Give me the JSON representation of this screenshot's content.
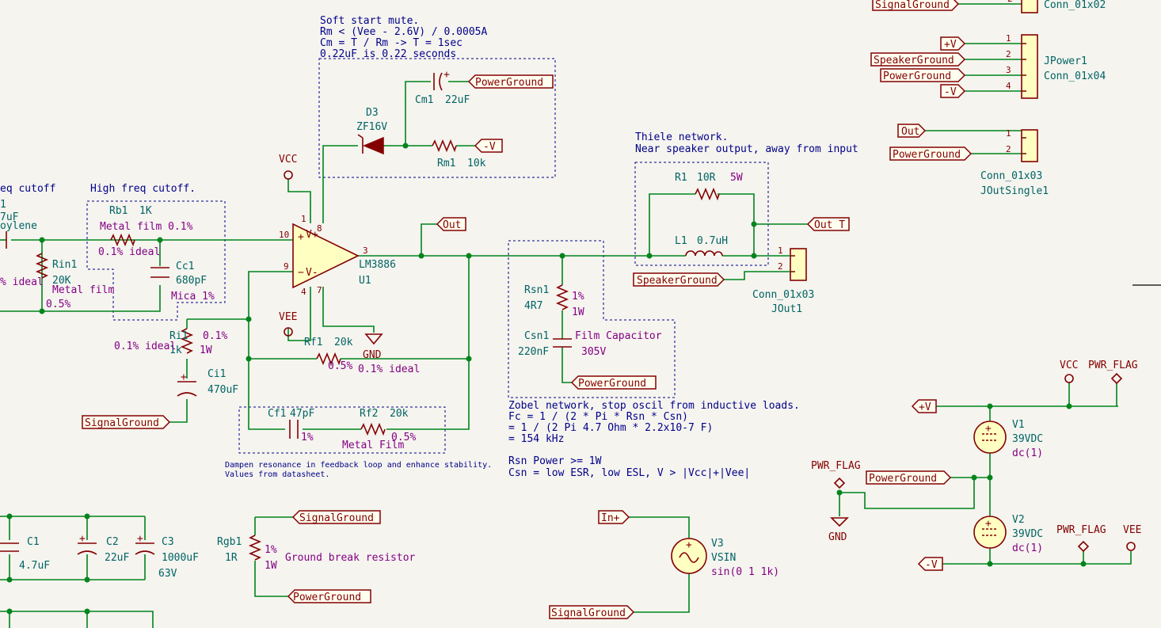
{
  "notes": {
    "softstart": [
      "Soft start mute.",
      "Rm < (Vee - 2.6V) / 0.0005A",
      "Cm = T / Rm  -> T = 1sec",
      "0.22uF is 0.22 seconds"
    ],
    "thiele": [
      "Thiele network.",
      "Near speaker output, away from input"
    ],
    "highfreq": "High freq cutoff.",
    "lowfreq": "eq cutoff",
    "dampen": [
      "Dampen resonance in feedback loop and enhance stability.",
      "Values from datasheet."
    ],
    "zobel": [
      "Zobel network, stop oscil from inductive loads.",
      "Fc = 1 / (2 * Pi * Rsn * Csn)",
      "   = 1 / (2 Pi 4.7 Ohm * 2.2x10-7 F)",
      "   = 154 kHz",
      "",
      "Rsn Power >= 1W",
      "Csn = low ESR, low ESL, V > |Vcc|+|Vee|"
    ]
  },
  "labels": {
    "signal_ground": "SignalGround",
    "power_ground": "PowerGround",
    "speaker_ground": "SpeakerGround",
    "plus_v": "+V",
    "minus_v": "-V",
    "out": "Out",
    "out_t": "Out_T",
    "in_plus": "In+"
  },
  "power": {
    "vcc": "VCC",
    "vee": "VEE",
    "gnd": "GND",
    "pwr_flag": "PWR_FLAG"
  },
  "components": {
    "u1": {
      "ref": "U1",
      "value": "LM3886"
    },
    "d3": {
      "ref": "D3",
      "value": "ZF16V"
    },
    "cm1": {
      "ref": "Cm1",
      "value": "22uF"
    },
    "rm1": {
      "ref": "Rm1",
      "value": "10k"
    },
    "rb1": {
      "ref": "Rb1",
      "value": "1K",
      "prop": "Metal film 0.1%",
      "tol": "0.1% ideal"
    },
    "rin1": {
      "ref": "Rin1",
      "value": "20K",
      "prop": "Metal film",
      "tol": "0.5%",
      "extra": "% ideal"
    },
    "cc1": {
      "ref": "Cc1",
      "value": "680pF",
      "prop": "Mica 1%"
    },
    "ri1": {
      "ref": "Ri1",
      "value": "1k",
      "tol": "0.1%",
      "watt": "1W",
      "ideal": "0.1% ideal"
    },
    "ci1": {
      "ref": "Ci1",
      "value": "470uF"
    },
    "rf1": {
      "ref": "Rf1",
      "value": "20k",
      "tol": "0.5%",
      "ideal": "0.1% ideal"
    },
    "cf1": {
      "ref": "Cf1",
      "value": "47pF",
      "tol": "1%"
    },
    "rf2": {
      "ref": "Rf2",
      "value": "20k",
      "tol": "0.5%",
      "prop": "Metal Film"
    },
    "rsn1": {
      "ref": "Rsn1",
      "value": "4R7",
      "tol": "1%",
      "watt": "1W"
    },
    "csn1": {
      "ref": "Csn1",
      "value": "220nF",
      "prop": "Film Capacitor",
      "volt": "305V"
    },
    "r1": {
      "ref": "R1",
      "value": "10R",
      "watt": "5W"
    },
    "l1": {
      "ref": "L1",
      "value": "0.7uH"
    },
    "jout1": {
      "ref": "JOut1",
      "value": "Conn_01x03"
    },
    "jpower1": {
      "ref": "JPower1",
      "value": "Conn_01x04"
    },
    "joutsingle1": {
      "ref": "JOutSingle1",
      "value": "Conn_01x03"
    },
    "jtop": {
      "value": "Conn_01x02"
    },
    "v1": {
      "ref": "V1",
      "value": "39VDC",
      "prop": "dc(1)"
    },
    "v2": {
      "ref": "V2",
      "value": "39VDC",
      "prop": "dc(1)"
    },
    "v3": {
      "ref": "V3",
      "value": "VSIN",
      "prop": "sin(0 1 1k)"
    },
    "c1": {
      "ref": "C1",
      "value": "4.7uF"
    },
    "c2": {
      "ref": "C2",
      "value": "22uF"
    },
    "c3": {
      "ref": "C3",
      "value": "1000uF",
      "volt": "63V"
    },
    "rgb1": {
      "ref": "Rgb1",
      "value": "1R",
      "tol": "1%",
      "watt": "1W",
      "prop": "Ground break resistor"
    },
    "cin_partial": {
      "ref": "1",
      "value": "7uF",
      "prop": "oylene"
    }
  },
  "pins": {
    "u1": [
      "1",
      "8",
      "10",
      "3",
      "9",
      "4",
      "7"
    ],
    "jpower": [
      "1",
      "2",
      "3",
      "4"
    ],
    "jout": [
      "1",
      "2"
    ],
    "joutsingle": [
      "1",
      "2"
    ],
    "jtop": "2"
  },
  "colors": {
    "wire": "#00841c",
    "part": "#840000",
    "note": "#000088",
    "background": "#f5f4ef"
  }
}
